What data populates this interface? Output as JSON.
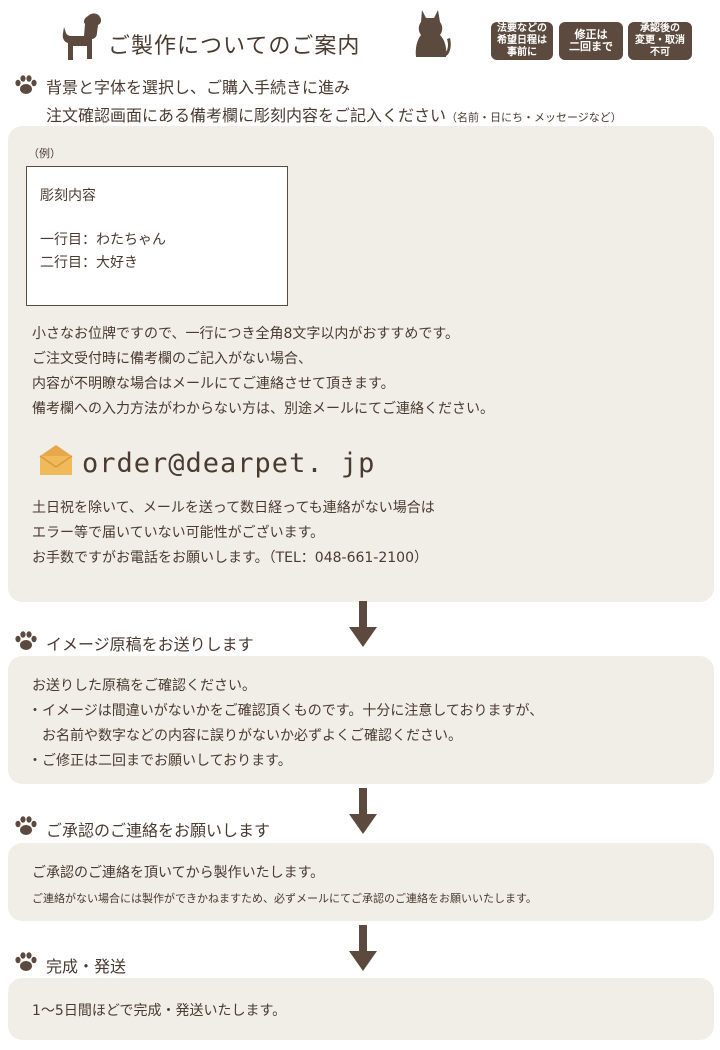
{
  "header": {
    "title": "ご製作についてのご案内",
    "badges": [
      "法要などの\n希望日程は\n事前に",
      "修正は\n二回まで",
      "承認後の\n変更・取消\n不可"
    ]
  },
  "step1": {
    "heading_line1": "背景と字体を選択し、ご購入手続きに進み",
    "heading_line2": "注文確認画面にある備考欄に彫刻内容をご記入ください",
    "heading_note": "（名前・日にち・メッセージなど）",
    "example_label": "（例）",
    "example_title": "彫刻内容",
    "example_line1": "一行目：わたちゃん",
    "example_line2": "二行目：大好き",
    "notes": [
      "小さなお位牌ですので、一行につき全角8文字以内がおすすめです。",
      "ご注文受付時に備考欄のご記入がない場合、",
      "内容が不明瞭な場合はメールにてご連絡させて頂きます。",
      "備考欄への入力方法がわからない方は、別途メールにてご連絡ください。"
    ],
    "email": "order@dearpet. jp",
    "contact_notes": [
      "土日祝を除いて、メールを送って数日経っても連絡がない場合は",
      "エラー等で届いていない可能性がございます。",
      "お手数ですがお電話をお願いします。（TEL：048-661-2100）"
    ]
  },
  "step2": {
    "heading": "イメージ原稿をお送りします",
    "lines": [
      "お送りした原稿をご確認ください。",
      "・イメージは間違いがないかをご確認頂くものです。十分に注意しておりますが、",
      "　お名前や数字などの内容に誤りがないか必ずよくご確認ください。",
      "・ご修正は二回までお願いしております。"
    ]
  },
  "step3": {
    "heading": "ご承認のご連絡をお願いします",
    "line1": "ご承認のご連絡を頂いてから製作いたします。",
    "line2": "ご連絡がない場合には製作ができかねますため、必ずメールにてご承認のご連絡をお願いいたします。"
  },
  "step4": {
    "heading": "完成・発送",
    "line1": "1～5日間ほどで完成・発送いたします。"
  },
  "colors": {
    "brown": "#5c4a3e",
    "panel": "#f1eee7",
    "envelope": "#f0b95a"
  }
}
